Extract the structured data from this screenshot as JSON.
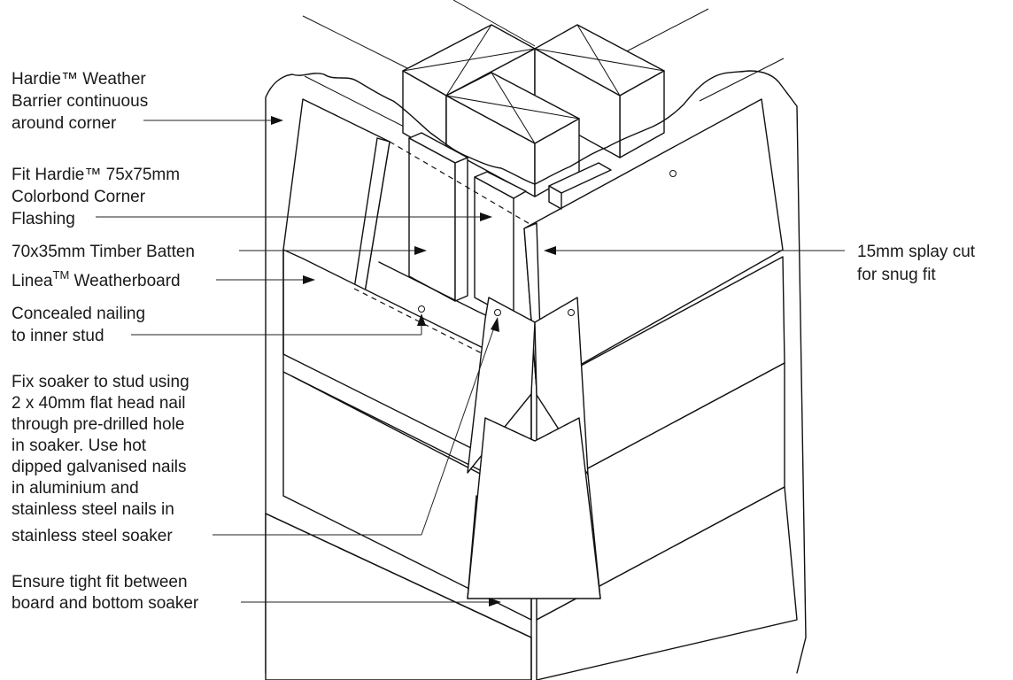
{
  "labels": {
    "weather_barrier": [
      "Hardie™ Weather",
      "Barrier continuous",
      "around corner"
    ],
    "corner_flashing": [
      "Fit Hardie™ 75x75mm",
      "Colorbond Corner",
      "Flashing"
    ],
    "timber_batten": [
      "70x35mm Timber Batten"
    ],
    "weatherboard_prefix": "Linea",
    "weatherboard_tm": "TM",
    "weatherboard_suffix": " Weatherboard",
    "concealed_nailing": [
      "Concealed nailing",
      "to inner stud"
    ],
    "fix_soaker": [
      "Fix soaker to stud using",
      "2 x 40mm flat head nail",
      "through pre-drilled hole",
      "in soaker. Use hot",
      "dipped galvanised nails",
      "in aluminium and",
      "stainless steel nails in",
      "stainless steel soaker"
    ],
    "tight_fit": [
      "Ensure tight fit between",
      "board and bottom soaker"
    ],
    "splay_cut": [
      "15mm splay cut",
      "for snug fit"
    ]
  }
}
